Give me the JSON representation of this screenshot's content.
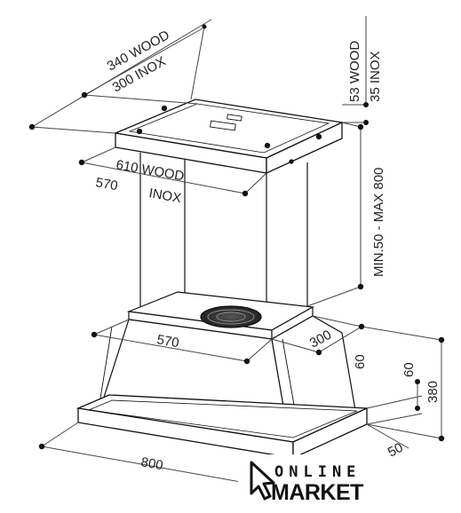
{
  "dimensions": {
    "top_width_wood": "340 WOOD",
    "top_width_inox": "300  INOX",
    "top_height_wood": "53  WOOD",
    "top_height_inox": "35  INOX",
    "top_depth_wood": "610 WOOD",
    "top_depth_inox_value": "570",
    "top_depth_inox_label": "INOX",
    "chimney_height": "MIN.50 - MAX 800",
    "base_upper_width": "570",
    "base_upper_depth": "300",
    "canopy_height": "60",
    "rim_height": "60",
    "total_height": "380",
    "base_width": "800",
    "base_depth_partial": "50"
  },
  "brand": {
    "line1": "ONLINE",
    "line2": "MARKET"
  },
  "colors": {
    "line": "#111111",
    "thin": "#444444",
    "text": "#222222"
  }
}
